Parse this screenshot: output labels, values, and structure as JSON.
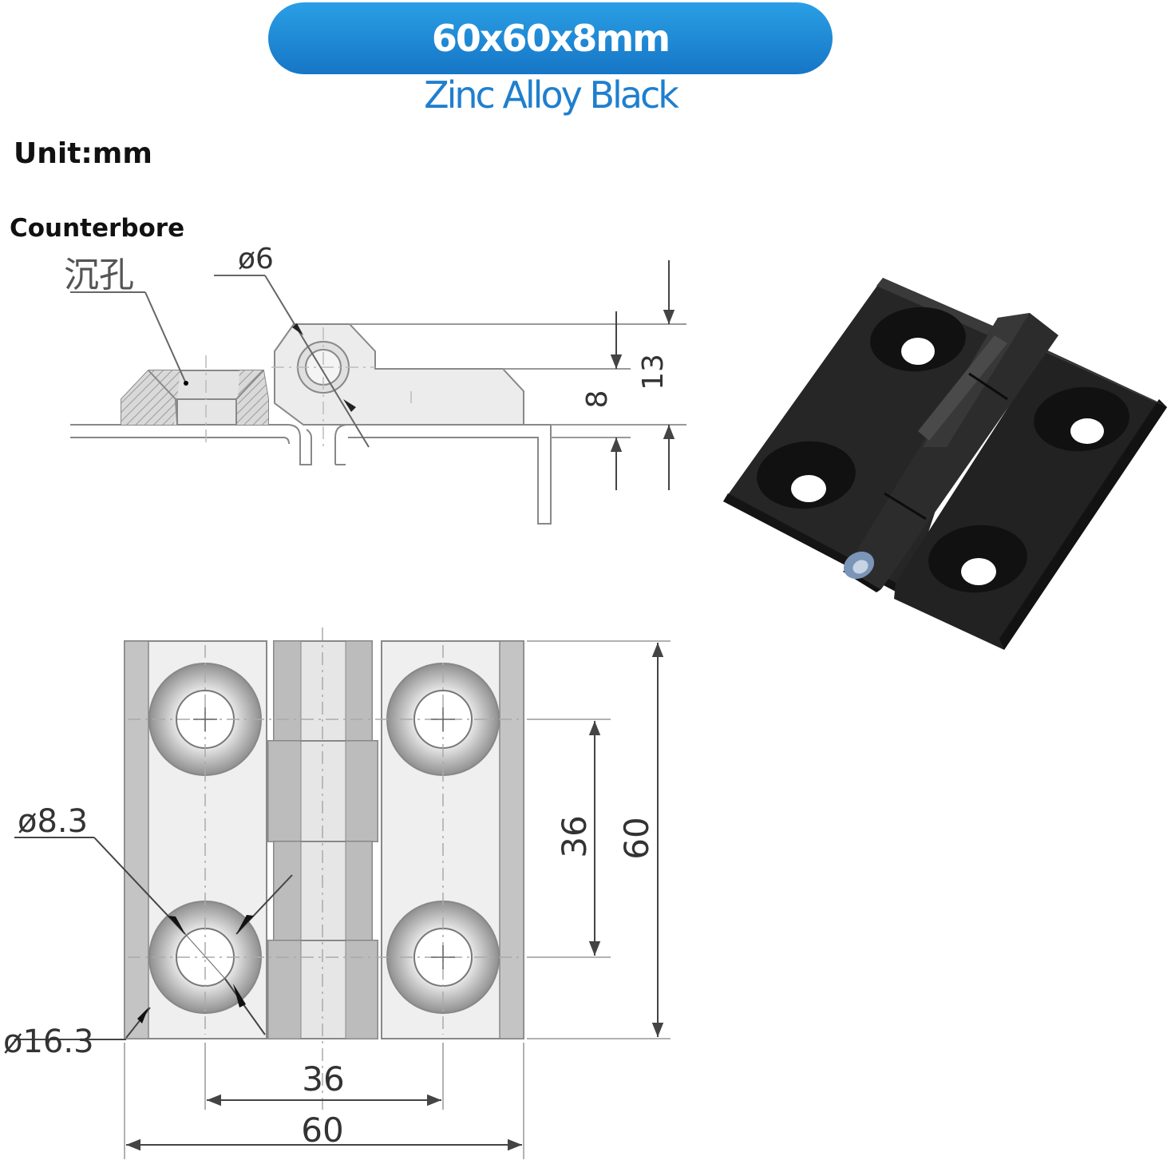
{
  "header": {
    "size_label": "60x60x8mm",
    "material_label": "Zinc Alloy Black"
  },
  "unit_label": "Unit:mm",
  "counterbore": {
    "label_en": "Counterbore",
    "label_cn": "沉孔"
  },
  "side_view": {
    "pin_diameter": "ø6",
    "leaf_thickness": "8",
    "total_height": "13"
  },
  "front_view": {
    "hole_diameter": "ø8.3",
    "counterbore_diameter": "ø16.3",
    "hole_spacing_vertical": "36",
    "height": "60",
    "hole_spacing_horizontal": "36",
    "width": "60"
  },
  "colors": {
    "pill_top": "#2a9fe5",
    "pill_bottom": "#1676c6",
    "subtitle": "#1f7fce",
    "product": "#1c1c1c"
  },
  "product_photo": "black-zinc-alloy-hinge-icon"
}
